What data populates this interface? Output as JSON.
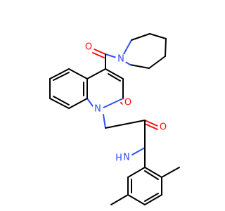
{
  "diagram": {
    "type": "chemical-structure",
    "atom_labels": [
      {
        "id": "o_carbonyl_top",
        "text": "O"
      },
      {
        "id": "n_piperidine",
        "text": "N"
      },
      {
        "id": "o_ring",
        "text": "O"
      },
      {
        "id": "n_quinolinone",
        "text": "N"
      },
      {
        "id": "o_amide",
        "text": "O"
      },
      {
        "id": "nh_amide",
        "text": "N"
      },
      {
        "id": "h_amide",
        "text": "H"
      }
    ],
    "colors": {
      "carbon": "#000000",
      "oxygen": "#ff0d0d",
      "nitrogen": "#3050f8",
      "background": "#ffffff"
    }
  }
}
